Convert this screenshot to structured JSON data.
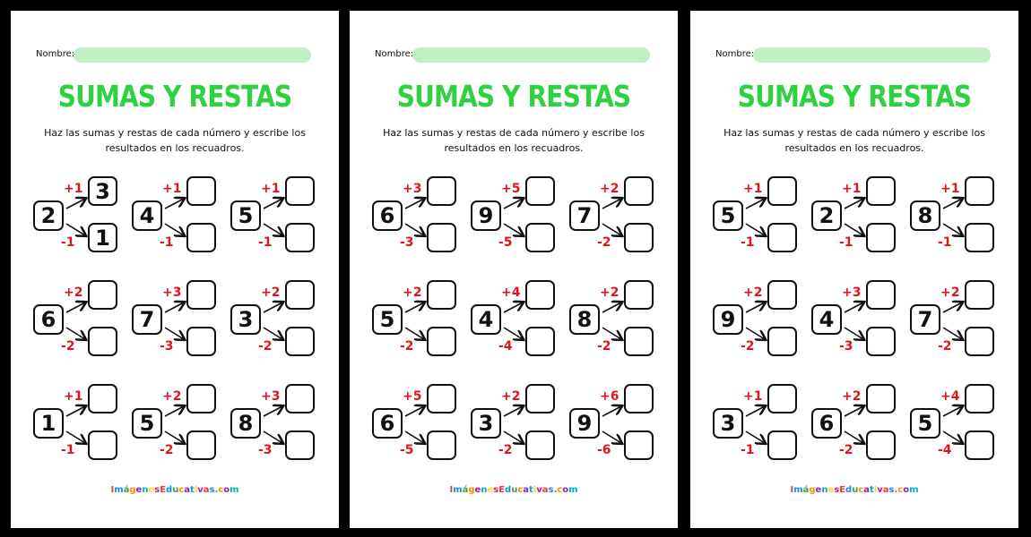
{
  "nombre_label": "Nombre:",
  "title": "SUMAS Y RESTAS",
  "instructions": "Haz las sumas y restas de cada número y escribe los resultados en los recuadros.",
  "logo": "ImágenesEducativas.com",
  "colors": {
    "title": "#2ed13f",
    "operator": "#e0141e",
    "name_line": "#c2eec6"
  },
  "pages": [
    {
      "problems": [
        {
          "n": "2",
          "plus": "+1",
          "minus": "-1",
          "top": "3",
          "bottom": "1"
        },
        {
          "n": "4",
          "plus": "+1",
          "minus": "-1",
          "top": "",
          "bottom": ""
        },
        {
          "n": "5",
          "plus": "+1",
          "minus": "-1",
          "top": "",
          "bottom": ""
        },
        {
          "n": "6",
          "plus": "+2",
          "minus": "-2",
          "top": "",
          "bottom": ""
        },
        {
          "n": "7",
          "plus": "+3",
          "minus": "-3",
          "top": "",
          "bottom": ""
        },
        {
          "n": "3",
          "plus": "+2",
          "minus": "-2",
          "top": "",
          "bottom": ""
        },
        {
          "n": "1",
          "plus": "+1",
          "minus": "-1",
          "top": "",
          "bottom": ""
        },
        {
          "n": "5",
          "plus": "+2",
          "minus": "-2",
          "top": "",
          "bottom": ""
        },
        {
          "n": "8",
          "plus": "+3",
          "minus": "-3",
          "top": "",
          "bottom": ""
        }
      ]
    },
    {
      "problems": [
        {
          "n": "6",
          "plus": "+3",
          "minus": "-3",
          "top": "",
          "bottom": ""
        },
        {
          "n": "9",
          "plus": "+5",
          "minus": "-5",
          "top": "",
          "bottom": ""
        },
        {
          "n": "7",
          "plus": "+2",
          "minus": "-2",
          "top": "",
          "bottom": ""
        },
        {
          "n": "5",
          "plus": "+2",
          "minus": "-2",
          "top": "",
          "bottom": ""
        },
        {
          "n": "4",
          "plus": "+4",
          "minus": "-4",
          "top": "",
          "bottom": ""
        },
        {
          "n": "8",
          "plus": "+2",
          "minus": "-2",
          "top": "",
          "bottom": ""
        },
        {
          "n": "6",
          "plus": "+5",
          "minus": "-5",
          "top": "",
          "bottom": ""
        },
        {
          "n": "3",
          "plus": "+2",
          "minus": "-2",
          "top": "",
          "bottom": ""
        },
        {
          "n": "9",
          "plus": "+6",
          "minus": "-6",
          "top": "",
          "bottom": ""
        }
      ]
    },
    {
      "problems": [
        {
          "n": "5",
          "plus": "+1",
          "minus": "-1",
          "top": "",
          "bottom": ""
        },
        {
          "n": "2",
          "plus": "+1",
          "minus": "-1",
          "top": "",
          "bottom": ""
        },
        {
          "n": "8",
          "plus": "+1",
          "minus": "-1",
          "top": "",
          "bottom": ""
        },
        {
          "n": "9",
          "plus": "+2",
          "minus": "-2",
          "top": "",
          "bottom": ""
        },
        {
          "n": "4",
          "plus": "+3",
          "minus": "-3",
          "top": "",
          "bottom": ""
        },
        {
          "n": "7",
          "plus": "+2",
          "minus": "-2",
          "top": "",
          "bottom": ""
        },
        {
          "n": "3",
          "plus": "+1",
          "minus": "-1",
          "top": "",
          "bottom": ""
        },
        {
          "n": "6",
          "plus": "+2",
          "minus": "-2",
          "top": "",
          "bottom": ""
        },
        {
          "n": "5",
          "plus": "+4",
          "minus": "-4",
          "top": "",
          "bottom": ""
        }
      ]
    }
  ]
}
